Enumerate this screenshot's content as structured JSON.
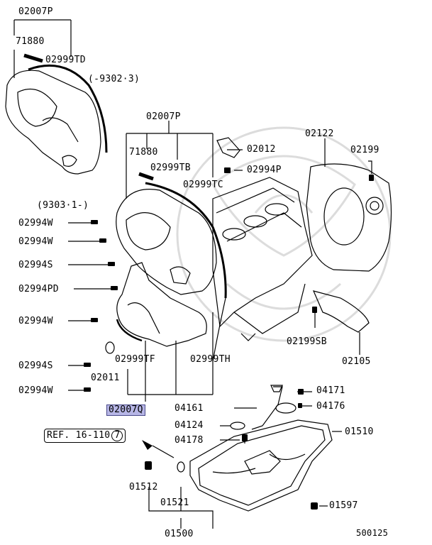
{
  "diagram": {
    "labels": {
      "top_cover_group": "02007P",
      "top_71880": "71880",
      "top_02999TD": "02999TD",
      "date_range_1": "(-9302·3)",
      "mid_cover_group": "02007P",
      "mid_71880": "71880",
      "mid_02999TB": "02999TB",
      "mid_02999TC": "02999TC",
      "p02012": "02012",
      "p02994P": "02994P",
      "p02122": "02122",
      "p02199": "02199",
      "date_range_2": "(9303·1-)",
      "p02994W_a": "02994W",
      "p02994W_b": "02994W",
      "p02994S_a": "02994S",
      "p02994PD": "02994PD",
      "p02994W_c": "02994W",
      "p02994S_b": "02994S",
      "p02011": "02011",
      "p02999TF": "02999TF",
      "p02999TH": "02999TH",
      "p02994W_d": "02994W",
      "p02199SB": "02199SB",
      "p02105": "02105",
      "selected_part": "02007Q",
      "p04171": "04171",
      "p04161": "04161",
      "p04176": "04176",
      "p04124": "04124",
      "p01510": "01510",
      "ref_text": "REF. 16-110",
      "ref_num": "7",
      "p04178": "04178",
      "p01512": "01512",
      "p01521": "01521",
      "p01597": "01597",
      "p01500": "01500",
      "diagram_id": "500125"
    },
    "colors": {
      "line": "#000000",
      "highlight_bg": "#b7b6e6",
      "watermark": "#d9d9d9"
    }
  }
}
